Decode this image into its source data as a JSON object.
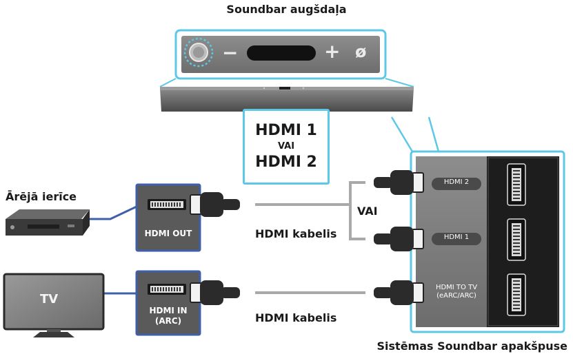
{
  "titles": {
    "top": "Soundbar augšdaļa",
    "bottom": "Sistēmas Soundbar apakšpuse"
  },
  "callout": {
    "hdmi1": "HDMI 1",
    "or": "VAI",
    "hdmi2": "HDMI 2"
  },
  "devices": {
    "external": "Ārējā ierīce",
    "tv": "TV"
  },
  "source_ports": {
    "hdmi_out": "HDMI OUT",
    "hdmi_in_line1": "HDMI IN",
    "hdmi_in_line2": "(ARC)"
  },
  "cables": {
    "cable1": "HDMI kabelis",
    "cable2": "HDMI kabelis",
    "or": "VAI"
  },
  "soundbar_ports": {
    "hdmi2": "HDMI 2",
    "hdmi1": "HDMI 1",
    "hdmi_to_tv_line1": "HDMI TO TV",
    "hdmi_to_tv_line2": "(eARC/ARC)"
  },
  "top_panel": {
    "minus": "−",
    "plus": "+",
    "mic_off": "ø"
  },
  "colors": {
    "callout_cyan": "#5cc8e6",
    "port_box_blue": "#3f5fa8",
    "cable_gray": "#a9a9a9"
  }
}
